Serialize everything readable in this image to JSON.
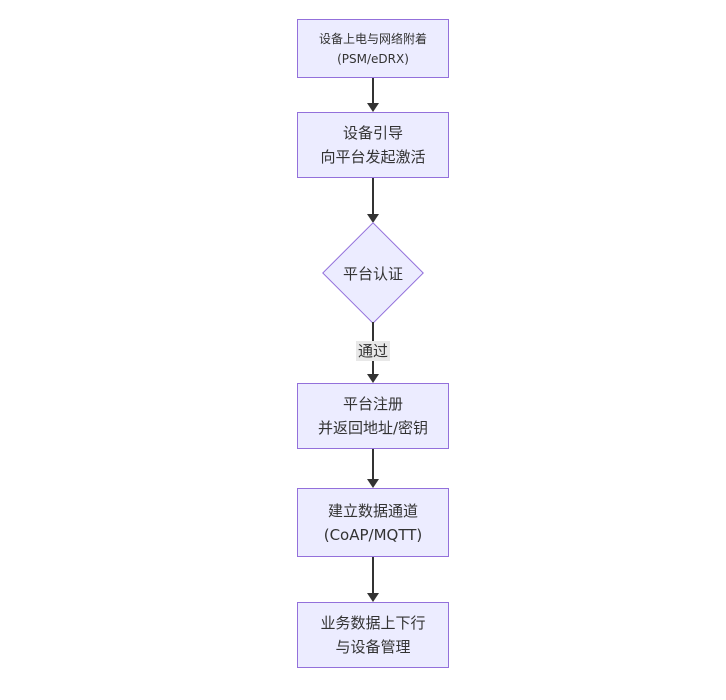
{
  "theme": {
    "background": "#ffffff",
    "node_fill": "#ececff",
    "node_border": "#9370db",
    "text_color": "#333333",
    "arrow_color": "#333333",
    "edge_label_bg": "#e8e8e8"
  },
  "flowchart": {
    "direction": "top-down",
    "nodes": [
      {
        "id": "power-attach",
        "shape": "rect",
        "line1": "设备上电与网络附着",
        "line2": "(PSM/eDRX)"
      },
      {
        "id": "bootstrap",
        "shape": "rect",
        "line1": "设备引导",
        "line2": "向平台发起激活"
      },
      {
        "id": "auth",
        "shape": "diamond",
        "line1": "平台认证",
        "line2": ""
      },
      {
        "id": "register",
        "shape": "rect",
        "line1": "平台注册",
        "line2": "并返回地址/密钥"
      },
      {
        "id": "channel",
        "shape": "rect",
        "line1": "建立数据通道",
        "line2": "(CoAP/MQTT)"
      },
      {
        "id": "business",
        "shape": "rect",
        "line1": "业务数据上下行",
        "line2": "与设备管理"
      }
    ],
    "edges": [
      {
        "from": "power-attach",
        "to": "bootstrap",
        "label": ""
      },
      {
        "from": "bootstrap",
        "to": "auth",
        "label": ""
      },
      {
        "from": "auth",
        "to": "register",
        "label": "通过"
      },
      {
        "from": "register",
        "to": "channel",
        "label": ""
      },
      {
        "from": "channel",
        "to": "business",
        "label": ""
      }
    ]
  }
}
